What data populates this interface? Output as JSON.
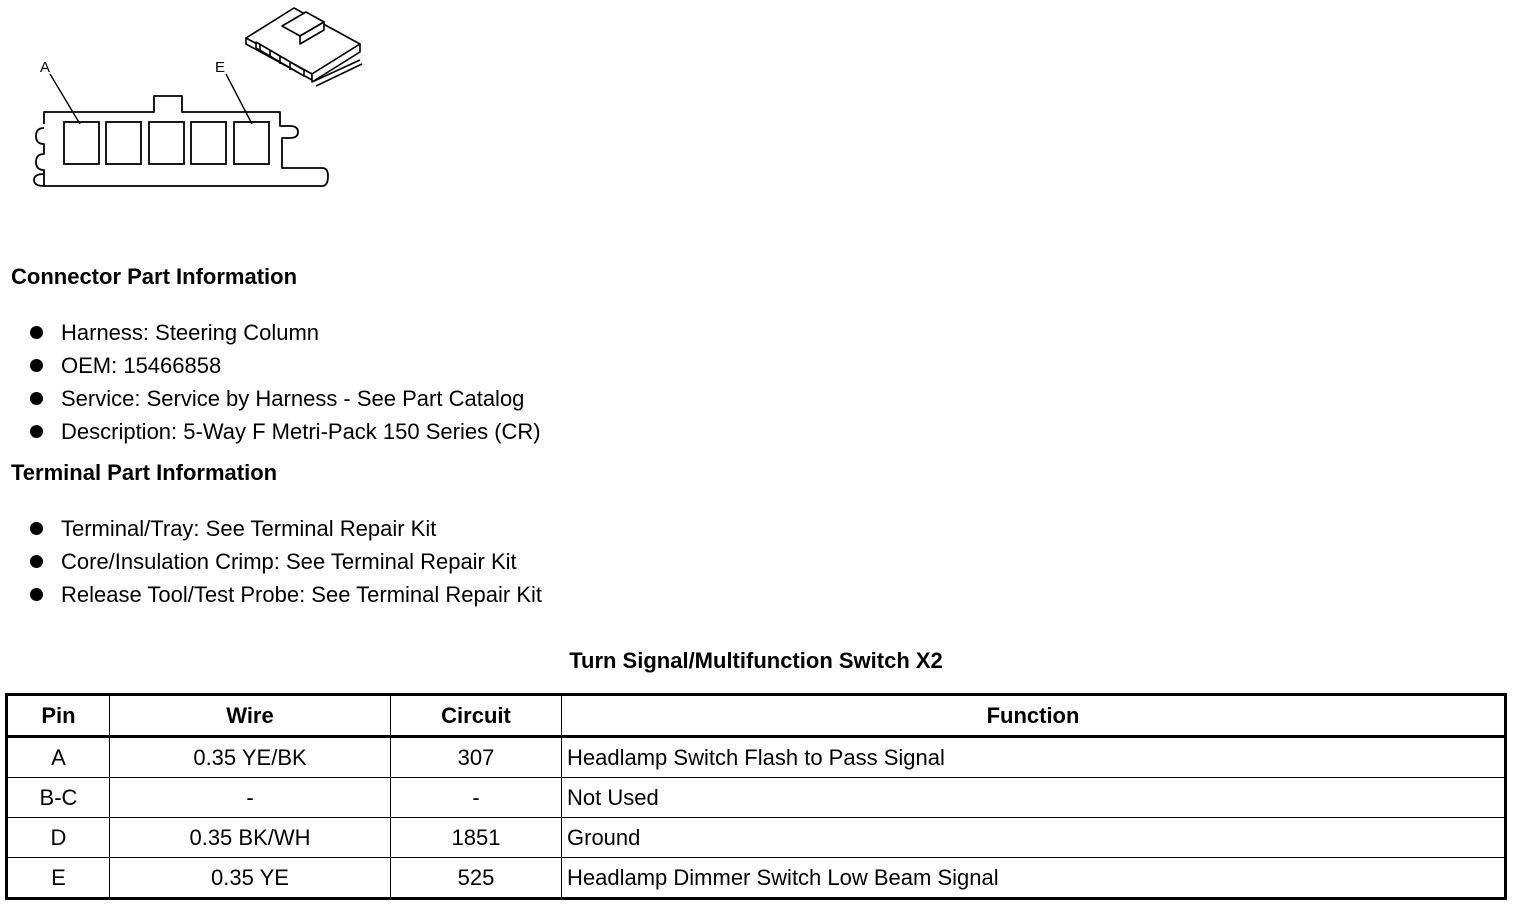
{
  "figure": {
    "callouts": [
      "A",
      "E"
    ]
  },
  "connector_info": {
    "heading": "Connector Part Information",
    "items": [
      "Harness: Steering Column",
      "OEM: 15466858",
      "Service: Service by Harness - See Part Catalog",
      "Description: 5-Way F Metri-Pack 150 Series (CR)"
    ]
  },
  "terminal_info": {
    "heading": "Terminal Part Information",
    "items": [
      "Terminal/Tray: See Terminal Repair Kit",
      "Core/Insulation Crimp: See Terminal Repair Kit",
      "Release Tool/Test Probe: See Terminal Repair Kit"
    ]
  },
  "pin_table": {
    "title": "Turn Signal/Multifunction Switch X2",
    "headers": [
      "Pin",
      "Wire",
      "Circuit",
      "Function"
    ],
    "rows": [
      [
        "A",
        "0.35 YE/BK",
        "307",
        "Headlamp Switch Flash to Pass Signal"
      ],
      [
        "B-C",
        "-",
        "-",
        "Not Used"
      ],
      [
        "D",
        "0.35 BK/WH",
        "1851",
        "Ground"
      ],
      [
        "E",
        "0.35 YE",
        "525",
        "Headlamp Dimmer Switch Low Beam Signal"
      ]
    ]
  }
}
